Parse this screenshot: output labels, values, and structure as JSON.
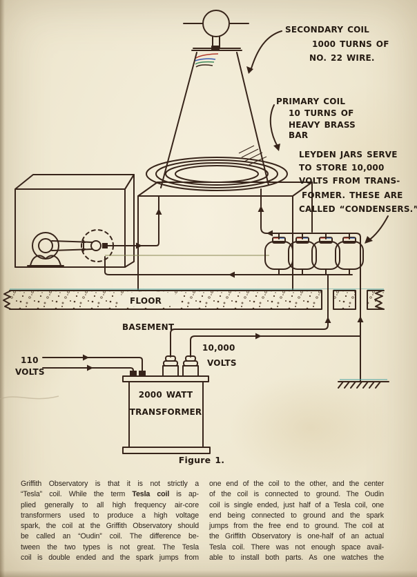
{
  "figure": {
    "caption": "Figure 1.",
    "labels": {
      "secondary": [
        "SECONDARY COIL",
        "1000 TURNS OF",
        "NO. 22 WIRE."
      ],
      "primary": [
        "PRIMARY COIL",
        "10 TURNS OF",
        "HEAVY BRASS",
        "BAR"
      ],
      "leyden": [
        "LEYDEN JARS SERVE",
        "TO STORE 10,000",
        "VOLTS FROM TRANS-",
        "FORMER.  THESE ARE",
        "CALLED “CONDENSERS.”"
      ],
      "volts110": [
        "110",
        "VOLTS"
      ],
      "volts10000": [
        "10,000",
        "VOLTS"
      ],
      "floor": "FLOOR",
      "basement": "BASEMENT",
      "transformer": [
        "2000 WATT",
        "TRANSFORMER"
      ]
    },
    "colors": {
      "ink": "#37241a",
      "paper": "#efe8d1",
      "plate_yellow": "#ecdf9e",
      "speckle": "#4d3827"
    }
  },
  "body": {
    "left": {
      "line1": "Griffith Observatory is that it is not strictly a",
      "line2_pre": "“Tesla” coil.  While the term ",
      "line2_bold": "Tesla coil",
      "line2_post": " is ap-",
      "line3": "plied generally to all high frequency air-core",
      "line4": "transformers used to produce a high voltage",
      "line5": "spark, the coil at the Griffith Observatory should",
      "line6": "be called an “Oudin” coil.  The difference be-",
      "line7": "tween the two types is not great.  The Tesla",
      "line8": "coil is double ended and the spark jumps from"
    },
    "right": {
      "lines": [
        "one end of the coil to the other, and the center",
        "of the coil is connected to ground.  The Oudin",
        "coil is single ended, just half of a Tesla coil, one",
        "end being connected to ground and the spark",
        "jumps from the free end to ground.  The coil at",
        "the Griffith Observatory is one-half of an actual",
        "Tesla coil.  There was not enough space avail-",
        "able to install both parts.  As one watches the"
      ]
    }
  }
}
